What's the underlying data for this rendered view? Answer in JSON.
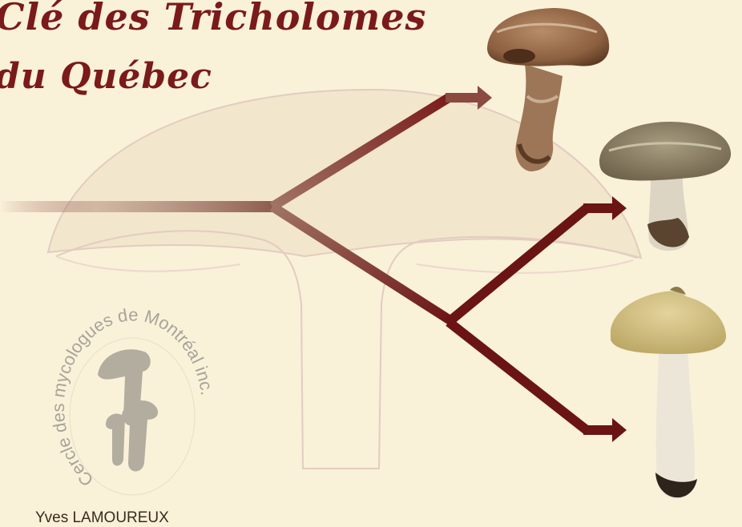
{
  "header": {
    "title_line1": "Clé des Tricholomes",
    "title_line2": "du Québec"
  },
  "seal": {
    "text": "Cercle des mycologues de Montréal inc."
  },
  "footer": {
    "author": "Yves LAMOUREUX"
  },
  "colors": {
    "title": "#7a1a1a",
    "arrow": "#6b1414",
    "background": "#faf1d9"
  },
  "icons": [
    "mushroom-1-image",
    "mushroom-2-image",
    "mushroom-3-image",
    "cercle-mycologues-logo"
  ]
}
